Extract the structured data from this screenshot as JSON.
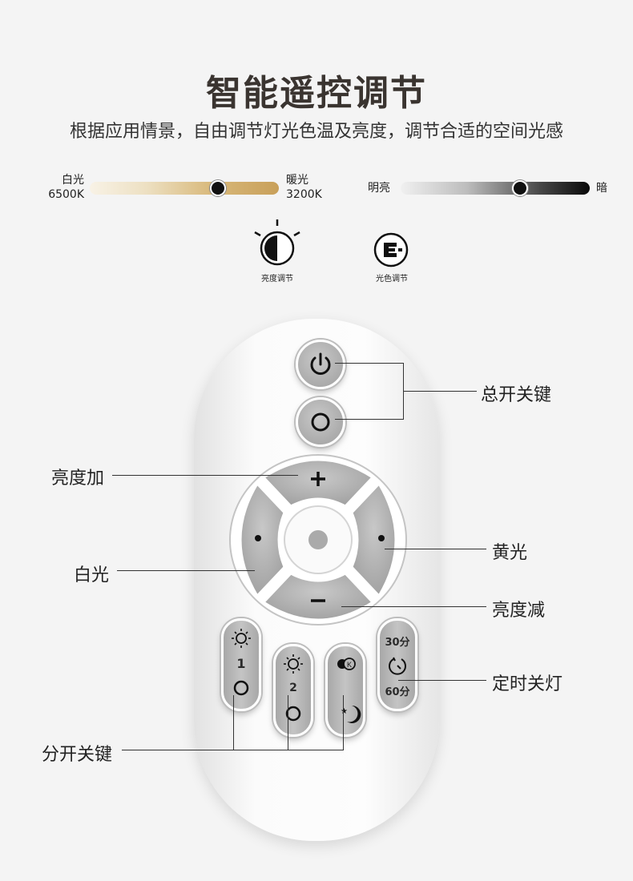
{
  "header": {
    "title": "智能遥控调节",
    "subtitle": "根据应用情景，自由调节灯光色温及亮度，调节合适的空间光感"
  },
  "color_temp_slider": {
    "left_label": "白光",
    "left_value": "6500K",
    "right_label": "暖光",
    "right_value": "3200K",
    "position": 0.68
  },
  "brightness_slider": {
    "left_label": "明亮",
    "right_label": "暗",
    "position": 0.63
  },
  "modes": [
    {
      "icon": "brightness-half-icon",
      "label": "亮度调节"
    },
    {
      "icon": "color-mode-icon",
      "label": "光色调节"
    }
  ],
  "remote": {
    "timer_30": "30分",
    "timer_60": "60分",
    "scene1_num": "1",
    "scene2_num": "2"
  },
  "callouts": {
    "main_power": "总开关键",
    "brightness_up": "亮度加",
    "yellow_light": "黄光",
    "white_light": "白光",
    "brightness_down": "亮度减",
    "timer_off": "定时关灯",
    "separate_switch": "分开关键"
  }
}
